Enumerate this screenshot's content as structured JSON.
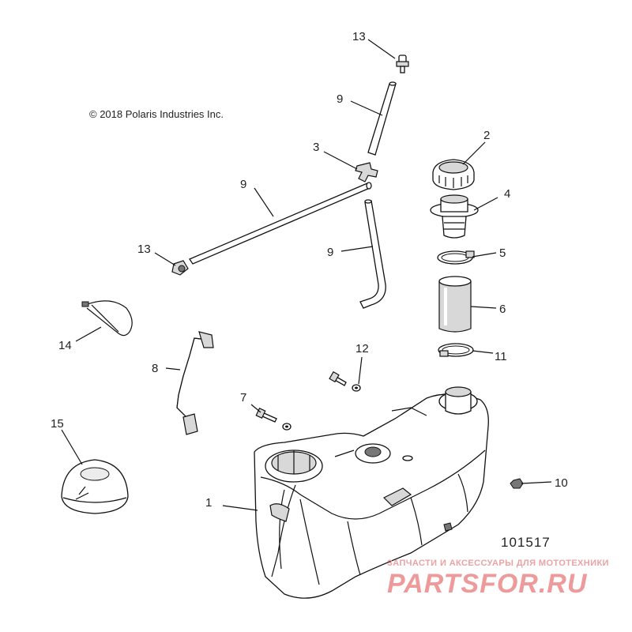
{
  "copyright": "© 2018 Polaris Industries Inc.",
  "figure_number": "101517",
  "callouts": {
    "c1": "1",
    "c2": "2",
    "c3": "3",
    "c4": "4",
    "c5": "5",
    "c6": "6",
    "c7": "7",
    "c8": "8",
    "c9a": "9",
    "c9b": "9",
    "c9c": "9",
    "c10": "10",
    "c11": "11",
    "c12": "12",
    "c13a": "13",
    "c13b": "13",
    "c14": "14",
    "c15": "15"
  },
  "watermark": {
    "tagline": "ЗАПЧАСТИ И АКСЕССУАРЫ ДЛЯ МОТОТЕХНИКИ",
    "logo": "PARTSFOR.RU"
  }
}
